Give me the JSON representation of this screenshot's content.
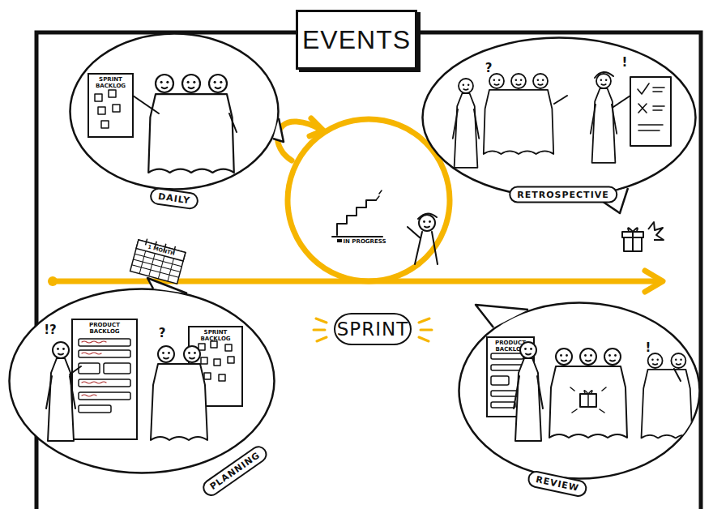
{
  "diagram": {
    "title": "EVENTS",
    "nodes": [
      {
        "text": [
          "DAILY"
        ]
      },
      {
        "text": [
          "SPRINT BACKLOG"
        ],
        "in": 0
      },
      {
        "text": [
          "RETROSPECTIVE"
        ]
      },
      {
        "text": [
          "PLANNING"
        ]
      },
      {
        "text": [
          "PRODUCT BACKLOG"
        ],
        "in": 3
      },
      {
        "text": [
          "SPRINT BACKLOG"
        ],
        "in": 3
      },
      {
        "text": [
          "SPRINT"
        ]
      },
      {
        "text": [
          "REVIEW"
        ]
      },
      {
        "text": [
          "PRODUCT BACKLOG"
        ],
        "in": 7
      }
    ],
    "labels": [
      "1 MONTH",
      "IN PROGRESS",
      "?",
      "!",
      "!?",
      "?",
      "!"
    ]
  }
}
